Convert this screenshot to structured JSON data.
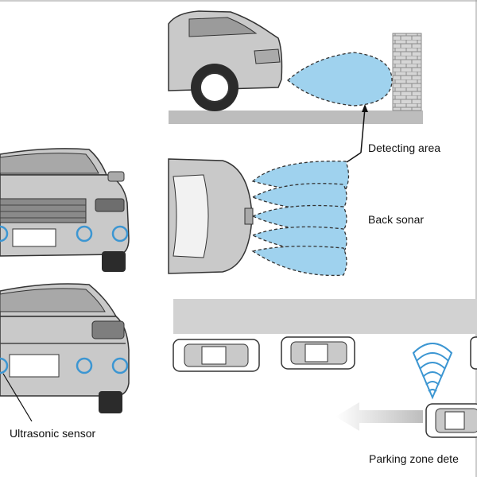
{
  "labels": {
    "detecting_area": "Detecting area",
    "back_sonar": "Back sonar",
    "ultrasonic_sensor": "Ultrasonic sensor",
    "parking_zone": "Parking zone dete"
  },
  "colors": {
    "car_body": "#c9c9c9",
    "car_dark": "#3a3a3a",
    "sensor_blue": "#3c96d2",
    "detection_fill": "#9fd2ee",
    "ground": "#bdbdbd",
    "wall": "#d3d3d3",
    "arrow_fill": "#dedede"
  }
}
